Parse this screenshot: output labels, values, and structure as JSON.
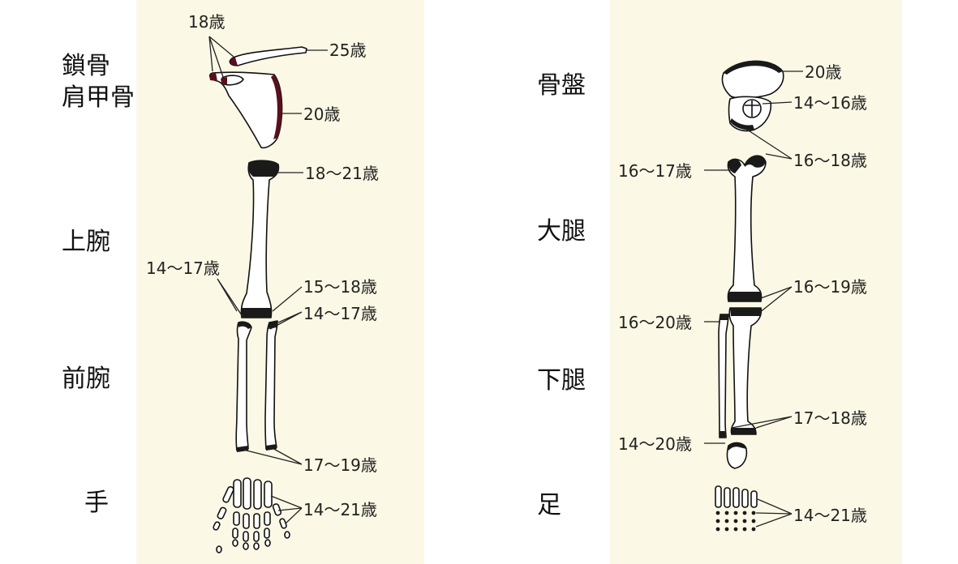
{
  "colors": {
    "panel_bg": "#fbf8e5",
    "bone_fill": "#ffffff",
    "bone_stroke": "#111111",
    "growth_plate": "#1a1a1a",
    "late_plate": "#5a0f1c"
  },
  "labels": {
    "clavicle": "鎖骨",
    "scapula": "肩甲骨",
    "upper_arm": "上腕",
    "forearm": "前腕",
    "hand": "手",
    "pelvis": "骨盤",
    "thigh": "大腿",
    "lower_leg": "下腿",
    "foot": "足"
  },
  "ages": {
    "clavicle_scapula_processes": "18歳",
    "clavicle_end": "25歳",
    "scapula_border": "20歳",
    "humerus_proximal": "18〜21歳",
    "humerus_distal_left": "14〜17歳",
    "humerus_distal_right": "15〜18歳",
    "forearm_proximal": "14〜17歳",
    "forearm_distal": "17〜19歳",
    "hand": "14〜21歳",
    "iliac_crest": "20歳",
    "acetabulum": "14〜16歳",
    "femur_head_trochanter": "16〜18歳",
    "lesser_trochanter": "16〜17歳",
    "knee": "16〜19歳",
    "fibula_proximal": "16〜20歳",
    "ankle": "17〜18歳",
    "calcaneus": "14〜20歳",
    "foot": "14〜21歳"
  }
}
